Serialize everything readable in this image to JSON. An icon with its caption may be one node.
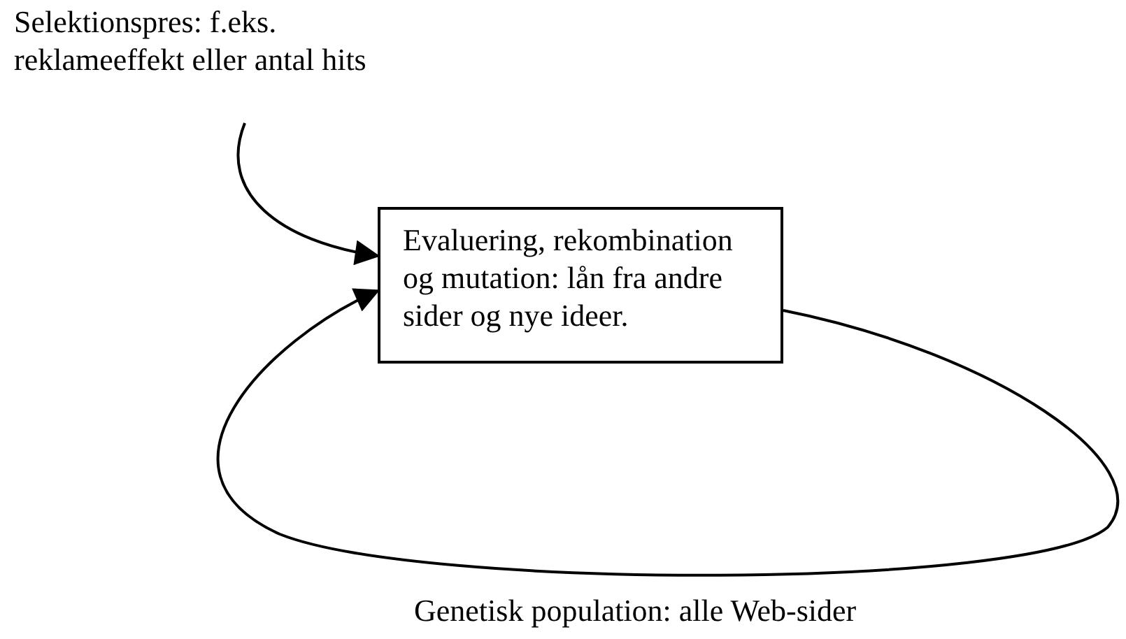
{
  "diagram": {
    "nodes": [
      {
        "text": [
          "Selektionspres: f.eks. reklameeffekt eller antal hits"
        ]
      },
      {
        "text": [
          "Evaluering, rekombination og mutation: lån fra andre sider og nye ideer."
        ]
      }
    ],
    "edges": [
      {
        "from": 0,
        "to": 1,
        "arrow": "to"
      },
      {
        "from": 1,
        "to": 1,
        "arrow": "to",
        "label": "Genetisk population: alle Web-sider"
      }
    ]
  }
}
